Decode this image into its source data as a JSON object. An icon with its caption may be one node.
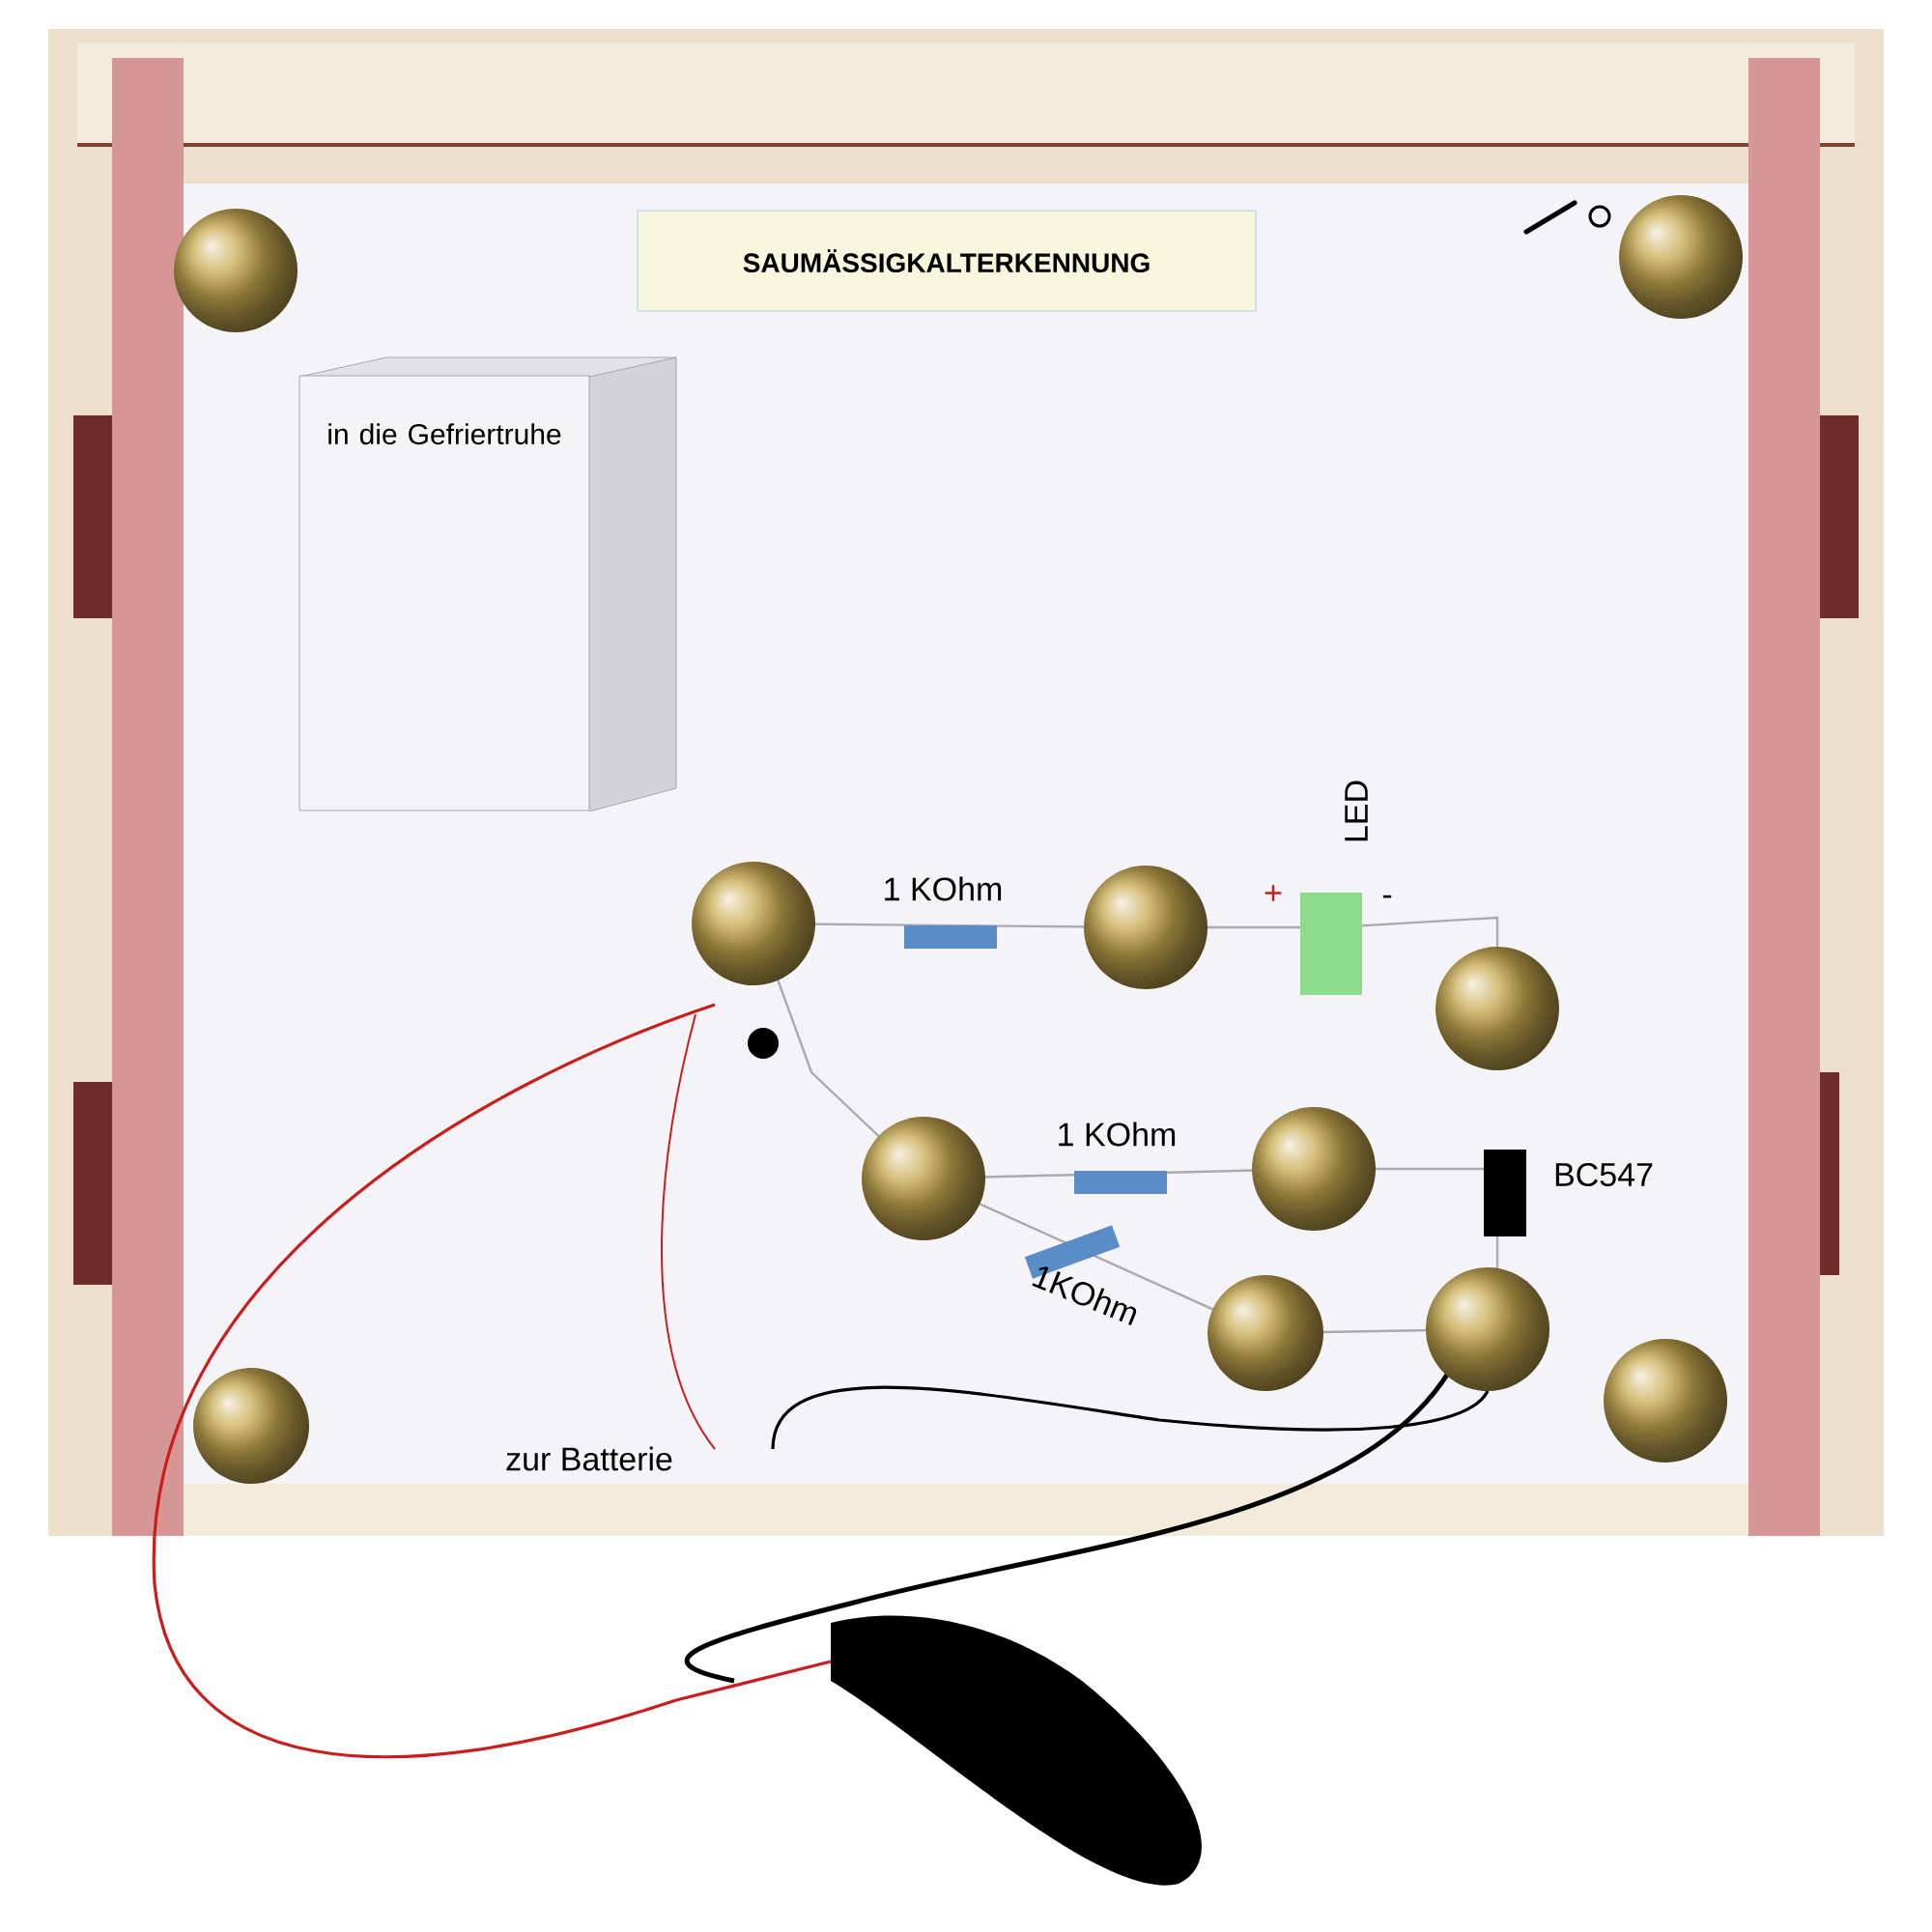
{
  "diagram": {
    "nodes": [
      {
        "text": [
          "SAUMÄSSIGKALTERKENNUNG"
        ]
      },
      {
        "text": [
          "in die Gefriertruhe"
        ]
      }
    ],
    "labels": [
      "1 KOhm",
      "+",
      "LED",
      "-",
      "1 KOhm",
      "BC547",
      "1KOhm",
      "zur Batterie"
    ]
  }
}
